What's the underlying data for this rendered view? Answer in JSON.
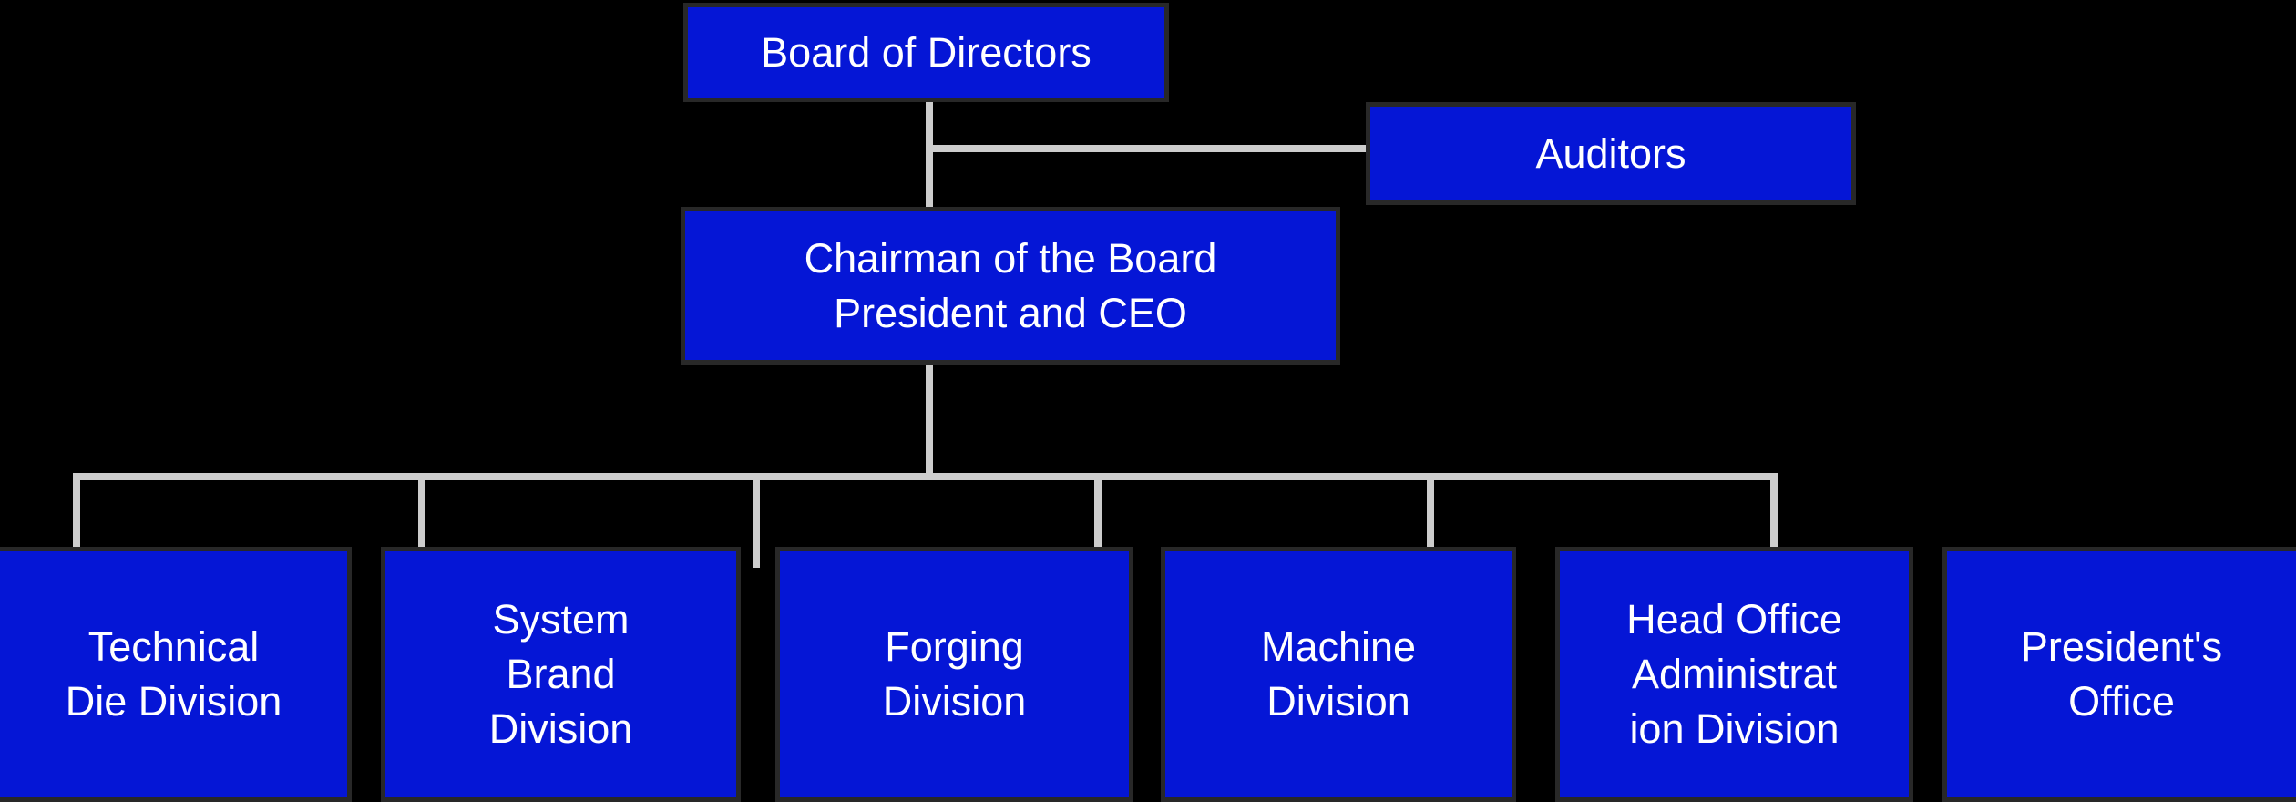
{
  "diagram_type": "org-chart",
  "colors": {
    "background": "#000000",
    "node_fill": "#0516d6",
    "node_border": "#282828",
    "connector": "#cdcdcd",
    "text": "#ffffff"
  },
  "nodes": {
    "board": {
      "lines": [
        "Board of Directors"
      ]
    },
    "auditors": {
      "lines": [
        "Auditors"
      ]
    },
    "chairman": {
      "lines": [
        "Chairman of the Board",
        "President and CEO"
      ]
    },
    "technical_die": {
      "lines": [
        "Technical",
        "Die Division"
      ]
    },
    "system_brand": {
      "lines": [
        "System",
        "Brand",
        "Division"
      ]
    },
    "forging": {
      "lines": [
        "Forging",
        "Division"
      ]
    },
    "machine": {
      "lines": [
        "Machine",
        "Division"
      ]
    },
    "head_office_admin": {
      "lines": [
        "Head Office",
        "Administrat",
        "ion Division"
      ]
    },
    "presidents_office": {
      "lines": [
        "President's",
        "Office"
      ]
    }
  },
  "hierarchy": {
    "root": "Board of Directors",
    "side_branch": "Auditors",
    "second_level": "Chairman of the Board / President and CEO",
    "third_level": [
      "Technical Die Division",
      "System Brand Division",
      "Forging Division",
      "Machine Division",
      "Head Office Administration Division",
      "President's Office"
    ]
  }
}
